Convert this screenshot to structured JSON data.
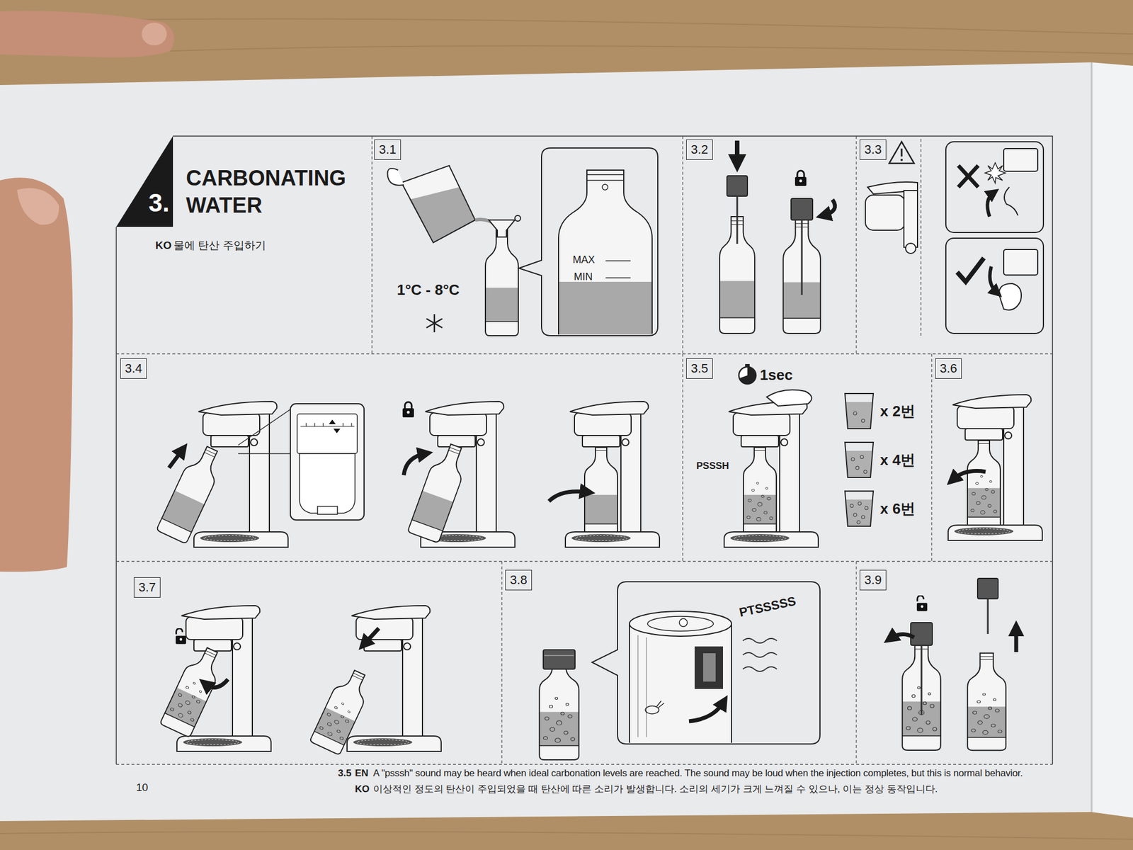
{
  "diagram": {
    "title": "CARBONATING WATER",
    "nodes": [
      {
        "text": [
          "3.1"
        ]
      },
      {
        "text": [
          "MAX",
          "MIN"
        ]
      },
      {
        "text": [
          "3.2"
        ]
      },
      {
        "text": [
          "3.3"
        ]
      },
      {
        "text": [
          "3.4"
        ]
      },
      {
        "text": [
          "3.5"
        ]
      },
      {
        "text": [
          "3.6"
        ]
      },
      {
        "text": [
          "3.7"
        ]
      },
      {
        "text": [
          "3.8"
        ]
      },
      {
        "text": [
          "PTSSSSS"
        ]
      },
      {
        "text": [
          "3.9"
        ]
      }
    ],
    "labels": [
      "3.",
      "KO",
      "물에 탄산 주입하기",
      "1°C - 8°C",
      "1sec",
      "PSSSH",
      "x 2번",
      "x 4번",
      "x 6번",
      "3.5",
      "EN",
      "A \"psssh\" sound may be heard when ideal carbonation levels are reached. The sound may be loud when the injection completes, but this is normal behavior.",
      "KO",
      "이상적인 정도의 탄산이 주입되었을 때 탄산에 따른 소리가 발생합니다. 소리의 세기가 크게 느껴질 수 있으나, 이는 정상 동작입니다.",
      "10"
    ]
  }
}
